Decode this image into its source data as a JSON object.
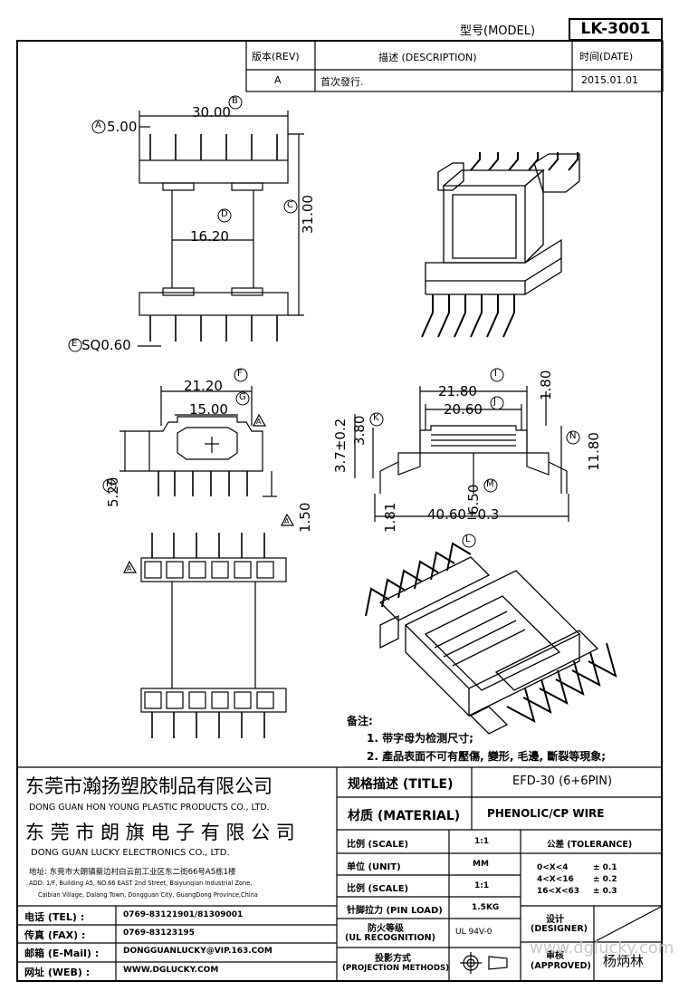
{
  "model_label": "型号(MODEL)",
  "model_value": "LK-3001",
  "revision": {
    "headers": [
      "版本(REV)",
      "描述 (DESCRIPTION)",
      "时间(DATE)"
    ],
    "row": {
      "rev": "A",
      "desc": "首次發行.",
      "date": "2015.01.01"
    }
  },
  "dimensions": {
    "a": "5.00",
    "b": "30.00",
    "c": "31.00",
    "d": "16.20",
    "e": "SQ0.60",
    "f": "21.20",
    "g": "15.00",
    "h": "5.20",
    "h2": "1.50",
    "i": "21.80",
    "j": "20.60",
    "k1": "3.7±0.2",
    "k2": "3.80",
    "top": "1.80",
    "n": "11.80",
    "m": "6.50",
    "l": "40.60±0.3",
    "p": "1.81"
  },
  "markers": {
    "a": "A",
    "b": "B",
    "c": "C",
    "d": "D",
    "e": "E",
    "f": "F",
    "g": "G",
    "h": "H",
    "i": "I",
    "j": "J",
    "k": "K",
    "l": "L",
    "m": "M",
    "n": "N",
    "tri": "A"
  },
  "notes": {
    "title": "备注:",
    "items": [
      "1. 带字母为检测尺寸;",
      "2. 產品表面不可有壓傷, 變形, 毛邊, 斷裂等現象;"
    ]
  },
  "company": {
    "name1_cn": "东莞市瀚扬塑胶制品有限公司",
    "name1_en": "DONG GUAN HON YOUNG PLASTIC PRODUCTS CO., LTD.",
    "name2_cn": "东 莞 市 朗 旗 电 子 有 限 公 司",
    "name2_en": "DONG GUAN LUCKY ELECTRONICS CO., LTD.",
    "address_cn": "地址: 东莞市大朗镇蔡边村白云前工业区东二街66号A5栋1楼",
    "address_en1": "ADD: 1/F, Building A5, NO.66 EAST 2nd Street, Baiyunqian Industrial Zone,",
    "address_en2": "Caibian Village, Dalang Town, Dongguan City, GuangDong Province,China"
  },
  "contact": [
    {
      "label": "电话 (TEL) :",
      "value": "0769-83121901/81309001"
    },
    {
      "label": "传真 (FAX) :",
      "value": "0769-83123195"
    },
    {
      "label": "邮箱 (E-Mail) :",
      "value": "DONGGUANLUCKY@VIP.163.COM"
    },
    {
      "label": "网址 (WEB) :",
      "value": "WWW.DGLUCKY.COM"
    }
  ],
  "spec": {
    "title_label": "规格描述 (TITLE)",
    "title_value": "EFD-30 (6+6PIN)",
    "material_label": "材质 (MATERIAL)",
    "material_value": "PHENOLIC/CP WIRE",
    "scale_label": "比例 (SCALE)",
    "scale_value": "1:1",
    "unit_label": "单位 (UNIT)",
    "unit_value": "MM",
    "scale2_label": "比例 (SCALE)",
    "scale2_value": "1:1",
    "pinload_label": "针脚拉力 (PIN LOAD)",
    "pinload_value": "1.5KG",
    "ul_label1": "防火等级",
    "ul_label2": "(UL RECOGNITION)",
    "ul_value": "UL 94V-0",
    "proj_label1": "投影方式",
    "proj_label2": "(PROJECTION METHODS)",
    "tolerance_label": "公差 (TOLERANCE)",
    "tolerances": [
      {
        "range": "0<X<4",
        "value": "± 0.1"
      },
      {
        "range": "4<X<16",
        "value": "± 0.2"
      },
      {
        "range": "16<X<63",
        "value": "± 0.3"
      }
    ],
    "designer_label1": "设计",
    "designer_label2": "(DESIGNER)",
    "approved_label1": "审核",
    "approved_label2": "(APPROVED)",
    "approver": "杨炳林",
    "watermark": "www.dglucky.com"
  }
}
